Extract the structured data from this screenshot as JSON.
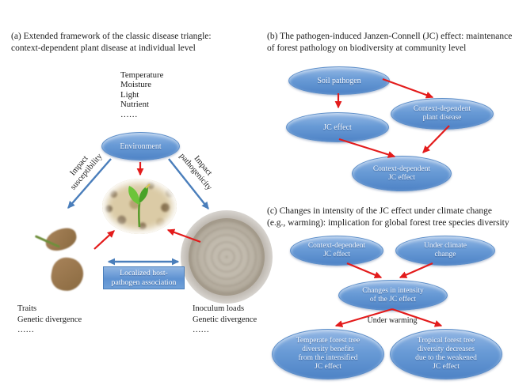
{
  "colors": {
    "node_fill_top": "#93b7e4",
    "node_fill_bottom": "#4e83c6",
    "red_arrow": "#e31b1b",
    "blue_arrow": "#4a7ebb",
    "text": "#1b1b1b",
    "box_fill": "#5e92d2"
  },
  "panel_a": {
    "title": "(a) Extended framework of the classic disease triangle:\ncontext-dependent plant disease at individual level",
    "env_factors": [
      "Temperature",
      "Moisture",
      "Light",
      "Nutrient",
      "……"
    ],
    "environment_label": "Environment",
    "left_arrow_label": "Impact\nsusceptibility",
    "right_arrow_label": "Impact\npathogenicity",
    "association_box_label": "Localized host-\npathogen association",
    "host_caption": [
      "Traits",
      "Genetic divergence",
      "……"
    ],
    "pathogen_caption": [
      "Inoculum loads",
      "Genetic divergence",
      "……"
    ],
    "photos": {
      "host": "soil-with-seedling-photo",
      "plant": "seedling-on-gravel-photo",
      "pathogen": "petri-dish-culture-photo"
    }
  },
  "panel_b": {
    "title": "(b) The pathogen-induced Janzen-Connell (JC) effect: maintenance\nof forest pathology on biodiversity at community level",
    "nodes": {
      "soil_pathogen": "Soil pathogen",
      "jc_effect": "JC effect",
      "context_plant_disease": "Context-dependent\nplant disease",
      "context_jc_effect": "Context-dependent\nJC effect"
    }
  },
  "panel_c": {
    "title": "(c) Changes in intensity of the JC effect under climate change\n(e.g., warming): implication for global forest tree species diversity",
    "nodes": {
      "context_jc_effect": "Context-dependent\nJC effect",
      "under_climate_change": "Under climate\nchange",
      "changes_intensity": "Changes in intensity\nof the JC effect",
      "temperate": "Temperate forest tree\ndiversity benefits\nfrom the intensified\nJC effect",
      "tropical": "Tropical forest tree\ndiversity decreases\ndue to the weakened\nJC effect"
    },
    "edge_label": "Under warming"
  }
}
